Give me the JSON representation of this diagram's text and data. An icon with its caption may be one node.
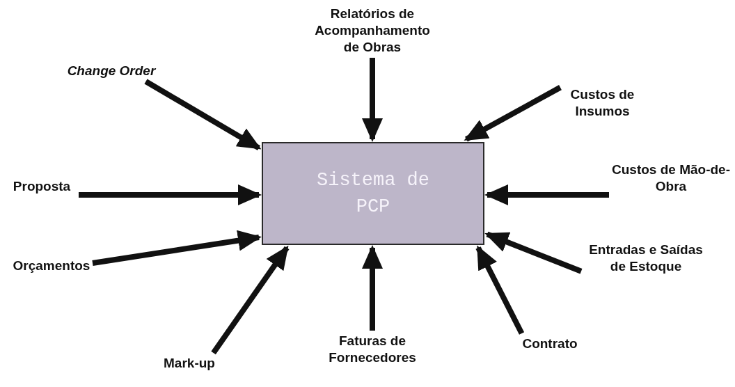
{
  "diagram": {
    "nodes": [
      {
        "text": [
          "Relatórios de Acompanhamento de Obras"
        ]
      },
      {
        "text": [
          "Change Order"
        ]
      },
      {
        "text": [
          "Custos de Insumos"
        ]
      },
      {
        "text": [
          "Proposta"
        ]
      },
      {
        "text": [
          "Sistema de PCP"
        ]
      },
      {
        "text": [
          "Custos de Mão-de-Obra"
        ]
      },
      {
        "text": [
          "Orçamentos"
        ]
      },
      {
        "text": [
          "Entradas e Saídas de Estoque"
        ]
      },
      {
        "text": [
          "Contrato"
        ]
      },
      {
        "text": [
          "Mark-up"
        ]
      },
      {
        "text": [
          "Faturas de Fornecedores"
        ]
      }
    ],
    "edges": [
      {
        "from": 0,
        "to": 4,
        "arrow": "to"
      },
      {
        "from": 1,
        "to": 4,
        "arrow": "to"
      },
      {
        "from": 2,
        "to": 4,
        "arrow": "to"
      },
      {
        "from": 3,
        "to": 4,
        "arrow": "to"
      },
      {
        "from": 5,
        "to": 4,
        "arrow": "to"
      },
      {
        "from": 6,
        "to": 4,
        "arrow": "to"
      },
      {
        "from": 7,
        "to": 4,
        "arrow": "to"
      },
      {
        "from": 8,
        "to": 4,
        "arrow": "to"
      },
      {
        "from": 9,
        "to": 4,
        "arrow": "to"
      },
      {
        "from": 10,
        "to": 4,
        "arrow": "to"
      }
    ]
  }
}
